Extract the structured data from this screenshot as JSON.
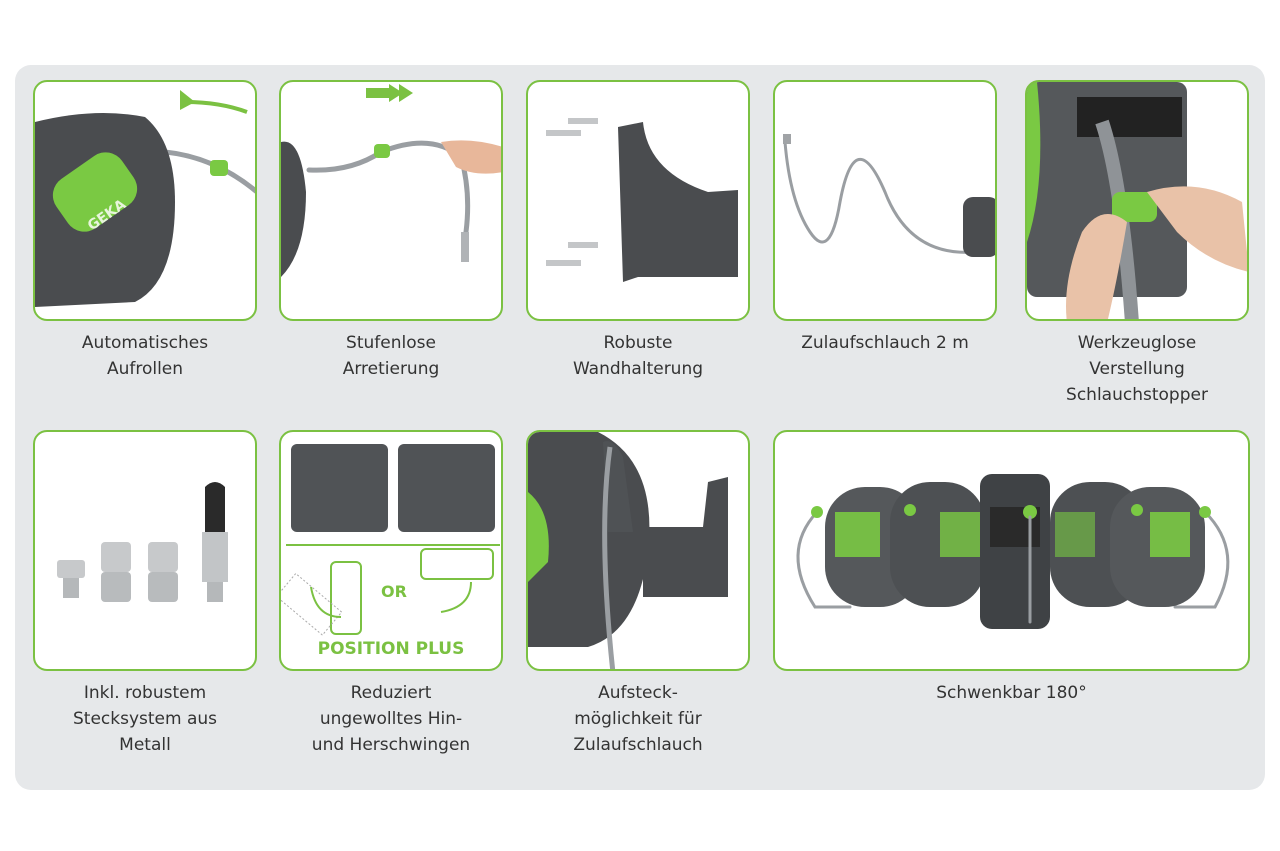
{
  "features": [
    {
      "id": "auto-rewind",
      "caption": "Automatisches\nAufrollen"
    },
    {
      "id": "locking",
      "caption": "Stufenlose\nArretierung"
    },
    {
      "id": "wall-bracket",
      "caption": "Robuste\nWandhalterung"
    },
    {
      "id": "inlet-hose",
      "caption": "Zulaufschlauch 2 m"
    },
    {
      "id": "hose-stopper",
      "caption": "Werkzeuglose\nVerstellung\nSchlauchstopper"
    },
    {
      "id": "metal-connectors",
      "caption": "Inkl. robustem\nStecksystem aus\nMetall"
    },
    {
      "id": "position-plus",
      "caption": "Reduziert\nungewolltes Hin-\nund Herschwingen"
    },
    {
      "id": "inlet-hose-mount",
      "caption": "Aufsteck-\nmöglichkeit für\nZulaufschlauch"
    },
    {
      "id": "swivel",
      "caption": "Schwenkbar 180°"
    }
  ],
  "brand": {
    "logo_text": "GEKA",
    "accent": "#7bc142"
  },
  "position_plus": {
    "or_label": "OR",
    "title": "POSITION PLUS"
  },
  "colors": {
    "panel_bg": "#e6e8ea",
    "border": "#7bc142",
    "product_dark": "#4a4c4f",
    "text": "#333333"
  }
}
